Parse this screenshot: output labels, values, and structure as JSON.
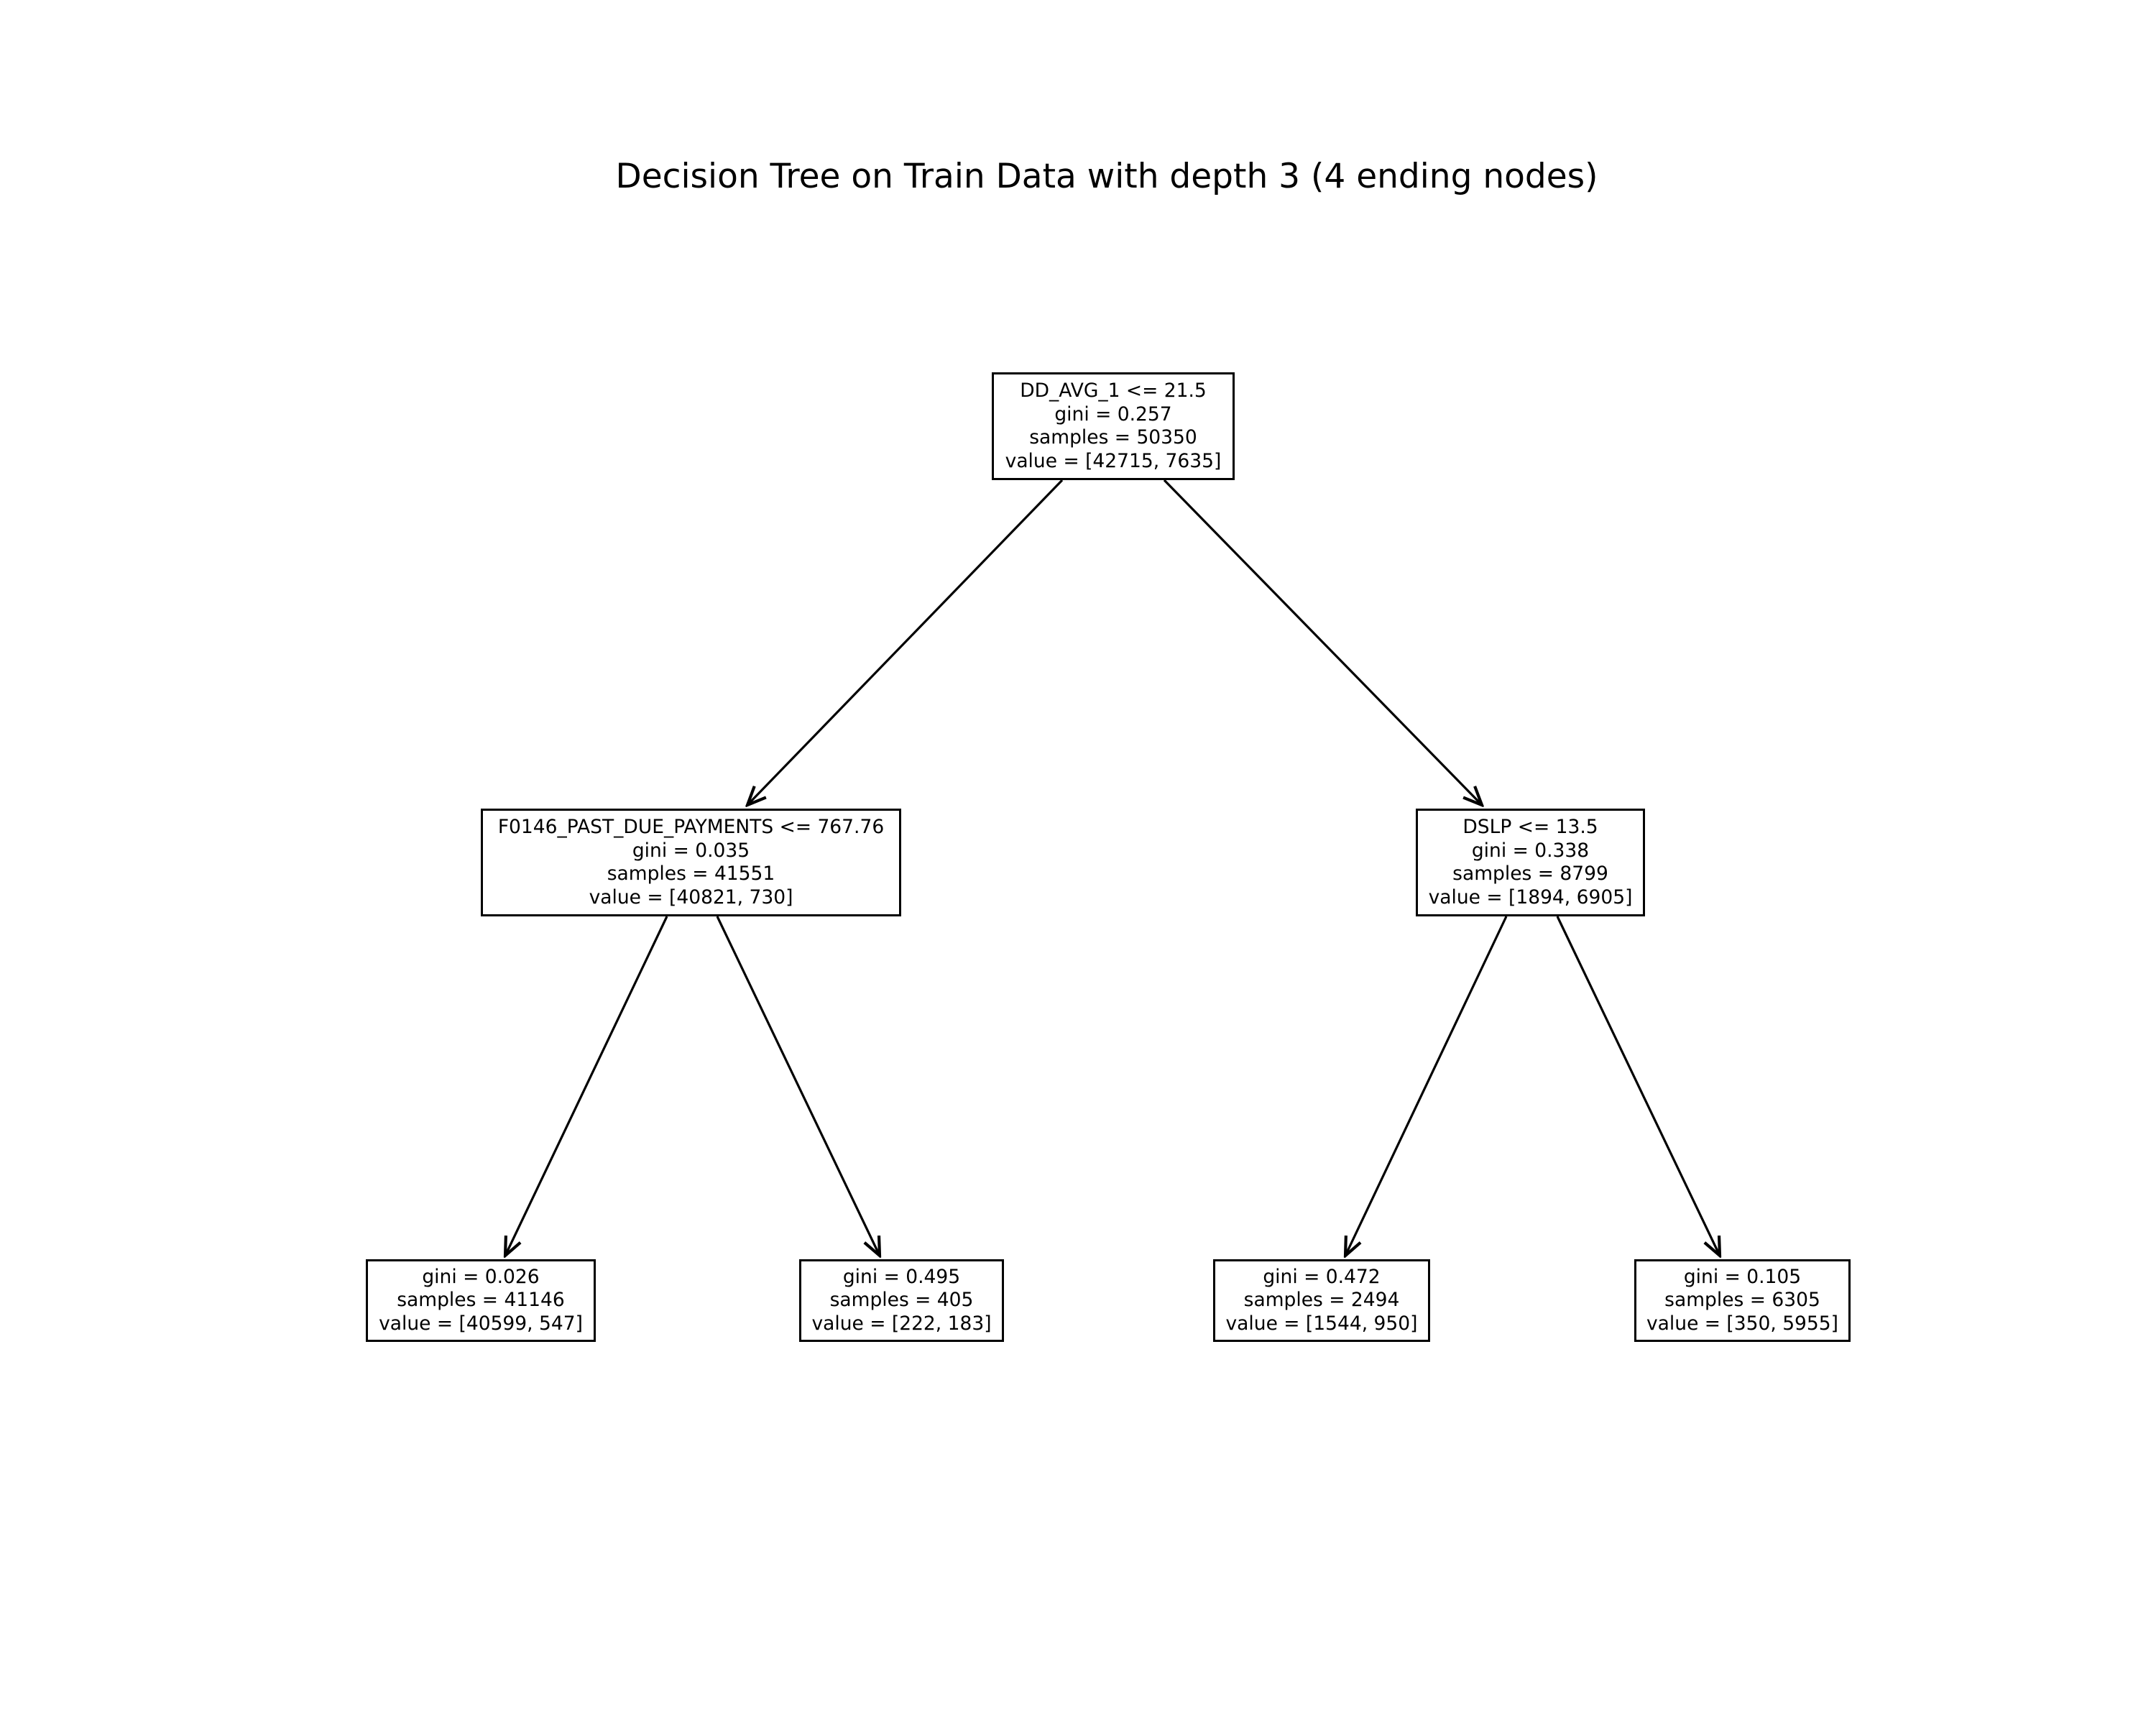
{
  "title": "Decision Tree on Train Data with depth 3 (4 ending nodes)",
  "nodes": {
    "root": {
      "split": "DD_AVG_1 <= 21.5",
      "gini": "gini = 0.257",
      "samples": "samples = 50350",
      "value": "value = [42715, 7635]"
    },
    "left": {
      "split": "F0146_PAST_DUE_PAYMENTS <= 767.76",
      "gini": "gini = 0.035",
      "samples": "samples = 41551",
      "value": "value = [40821, 730]"
    },
    "right": {
      "split": "DSLP <= 13.5",
      "gini": "gini = 0.338",
      "samples": "samples = 8799",
      "value": "value = [1894, 6905]"
    },
    "left_left": {
      "gini": "gini = 0.026",
      "samples": "samples = 41146",
      "value": "value = [40599, 547]"
    },
    "left_right": {
      "gini": "gini = 0.495",
      "samples": "samples = 405",
      "value": "value = [222, 183]"
    },
    "right_left": {
      "gini": "gini = 0.472",
      "samples": "samples = 2494",
      "value": "value = [1544, 950]"
    },
    "right_right": {
      "gini": "gini = 0.105",
      "samples": "samples = 6305",
      "value": "value = [350, 5955]"
    }
  },
  "edges": [
    {
      "from": "root",
      "to": "left"
    },
    {
      "from": "root",
      "to": "right"
    },
    {
      "from": "left",
      "to": "left_left"
    },
    {
      "from": "left",
      "to": "left_right"
    },
    {
      "from": "right",
      "to": "right_left"
    },
    {
      "from": "right",
      "to": "right_right"
    }
  ]
}
